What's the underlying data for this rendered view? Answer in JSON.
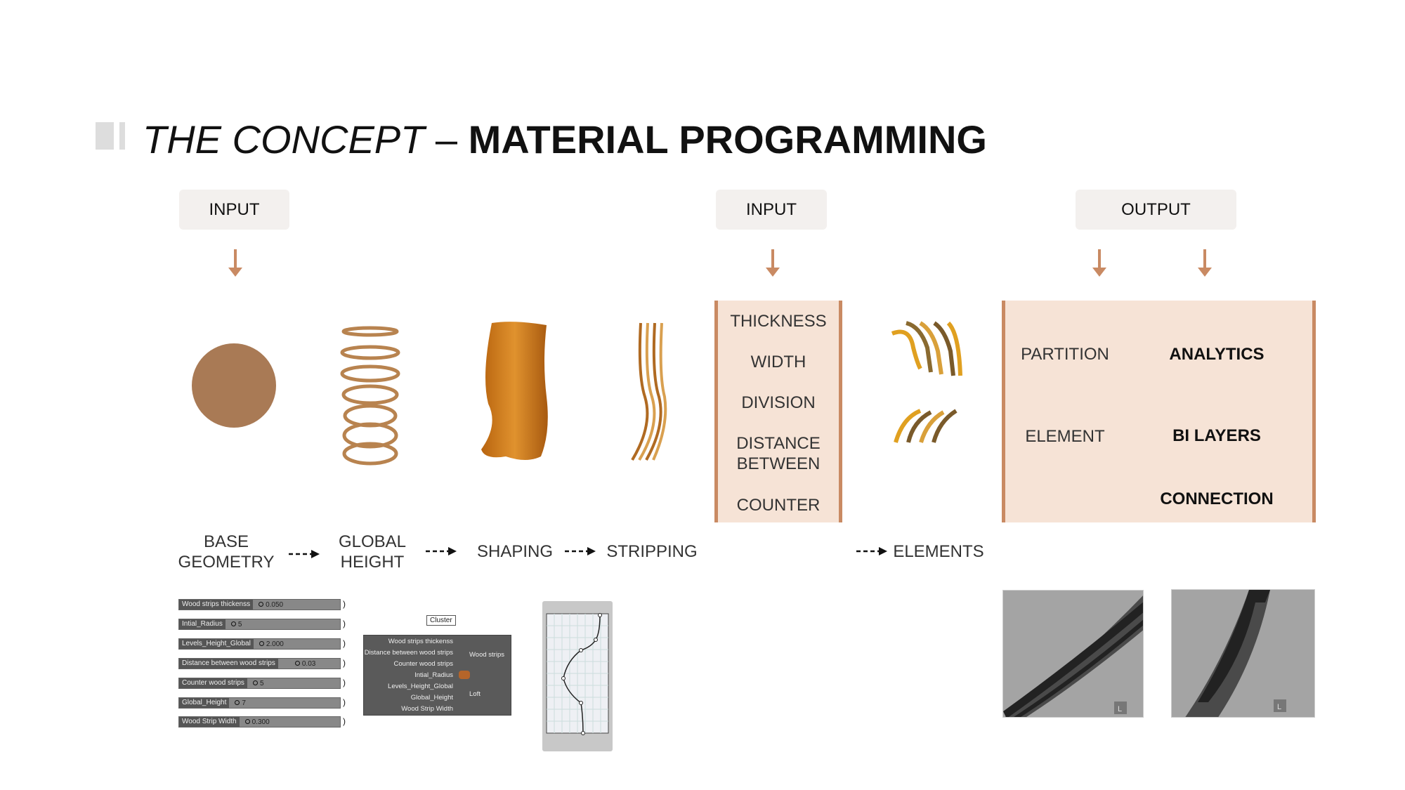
{
  "title": {
    "italic": "THE CONCEPT",
    "separator": " – ",
    "bold": "MATERIAL PROGRAMMING"
  },
  "headers": [
    "INPUT",
    "INPUT",
    "OUTPUT"
  ],
  "parameters": [
    "THICKNESS",
    "WIDTH",
    "DIVISION",
    "DISTANCE\nBETWEEN",
    "COUNTER"
  ],
  "output": {
    "left": [
      "PARTITION",
      "ELEMENT"
    ],
    "right": [
      "ANALYTICS",
      "BI LAYERS",
      "CONNECTION"
    ]
  },
  "steps": [
    "BASE\nGEOMETRY",
    "GLOBAL\nHEIGHT",
    "SHAPING",
    "STRIPPING",
    "ELEMENTS"
  ],
  "sliders": [
    {
      "name": "Wood strips thickenss",
      "value": "0.050"
    },
    {
      "name": "Intial_Radius",
      "value": "5"
    },
    {
      "name": "Levels_Height_Global",
      "value": "2.000"
    },
    {
      "name": "Distance between wood strips",
      "value": "0.03"
    },
    {
      "name": "Counter wood strips",
      "value": "5"
    },
    {
      "name": "Global_Height",
      "value": "7"
    },
    {
      "name": "Wood Strip Width",
      "value": "0.300"
    }
  ],
  "cluster": {
    "tag": "Cluster",
    "inputs": [
      "Wood strips thickenss",
      "Distance between wood strips",
      "Counter wood strips",
      "Intial_Radius",
      "Levels_Height_Global",
      "Global_Height",
      "Wood Strip Width"
    ],
    "outputs": [
      "Wood strips",
      "Loft"
    ]
  },
  "render_badges": [
    "L",
    "L"
  ],
  "colors": {
    "accent": "#c98a63",
    "panel": "#f6e3d6",
    "wood": "#a97a55"
  }
}
